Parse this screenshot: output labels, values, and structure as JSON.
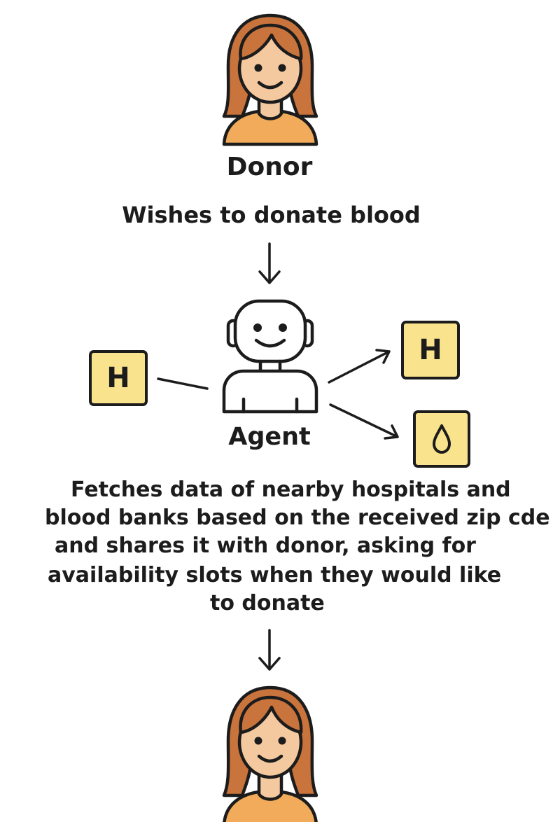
{
  "donor": {
    "title": "Donor",
    "action": "Wishes to donate blood"
  },
  "agent": {
    "title": "Agent",
    "description_lines": [
      "Fetches data of nearby hospitals and",
      "blood banks based on the received zip cde",
      "and shares it with donor, asking for",
      "availability slots when they would like",
      "to donate"
    ]
  },
  "icons": {
    "hospital_letter": "H",
    "donor_icon": "woman-avatar-icon",
    "agent_icon": "robot-icon",
    "hospital_icon": "hospital-h-icon",
    "blood_icon": "blood-drop-icon",
    "arrow_icon": "down-arrow-icon"
  },
  "colors": {
    "hair": "#c9743c",
    "skin": "#f5c9a0",
    "shirt": "#f2ab5a",
    "icon_fill": "#f9e48d",
    "outline": "#1c1c1c"
  }
}
